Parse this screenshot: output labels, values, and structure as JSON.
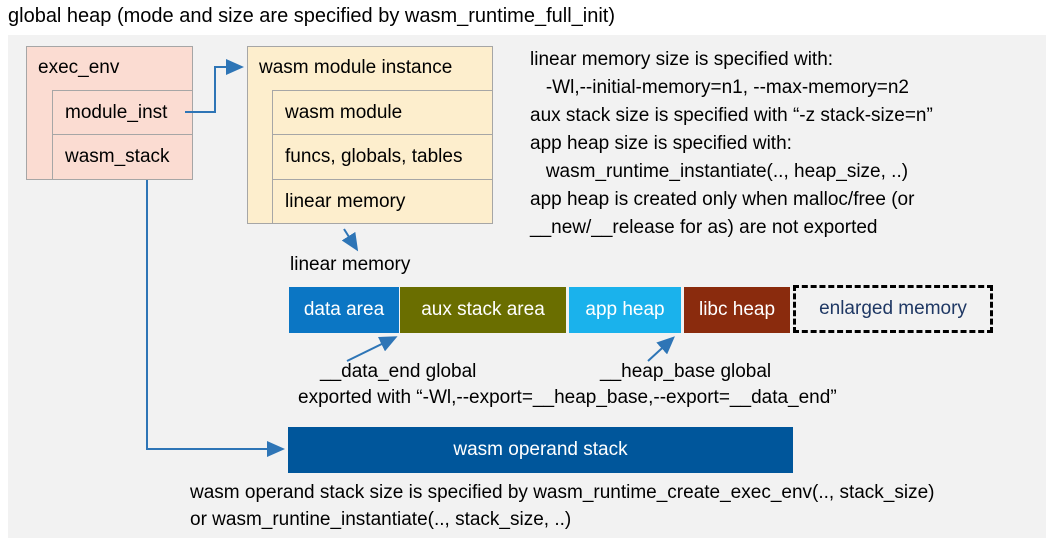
{
  "title": "global heap (mode and size are specified by wasm_runtime_full_init)",
  "exec_env": {
    "label": "exec_env",
    "children": {
      "module_inst": "module_inst",
      "wasm_stack": "wasm_stack"
    }
  },
  "module_instance": {
    "label": "wasm module instance",
    "children": {
      "wasm_module": "wasm module",
      "funcs_globals_tables": "funcs, globals, tables",
      "linear_memory": "linear memory"
    }
  },
  "notes_right": {
    "line1": "linear memory size is specified with:",
    "line2": "   -Wl,--initial-memory=n1, --max-memory=n2",
    "line3": "aux stack size is specified with “-z stack-size=n”",
    "line4": "app heap size is specified with:",
    "line5": "   wasm_runtime_instantiate(.., heap_size, ..)",
    "line6": "app heap is created only when malloc/free (or",
    "line7": "__new/__release for as) are not exported"
  },
  "linear_memory": {
    "label": "linear memory",
    "segments": {
      "data_area": "data area",
      "aux_stack_area": "aux stack area",
      "app_heap": "app heap",
      "libc_heap": "libc heap",
      "enlarged_memory": "enlarged memory"
    }
  },
  "annotations": {
    "data_end": "__data_end global",
    "heap_base": "__heap_base global",
    "exported": "exported with “-Wl,--export=__heap_base,--export=__data_end”"
  },
  "operand_stack": {
    "label": "wasm operand stack"
  },
  "notes_bottom": {
    "line1": "wasm operand stack size is specified by wasm_runtime_create_exec_env(.., stack_size)",
    "line2": "or wasm_runtine_instantiate(.., stack_size, ..)"
  },
  "colors": {
    "panel_bg": "#f2f2f2",
    "struct_fill": "#fbdcd2",
    "instance_fill": "#fdeecd",
    "box_border": "#a6a6a6",
    "data_area": "#0b76c4",
    "aux_stack_area": "#6a6e00",
    "app_heap": "#1ab2ec",
    "libc_heap": "#8a2b0d",
    "operand_stack": "#00569b",
    "enlarged_text": "#1f3864",
    "arrow": "#2e75b6"
  }
}
